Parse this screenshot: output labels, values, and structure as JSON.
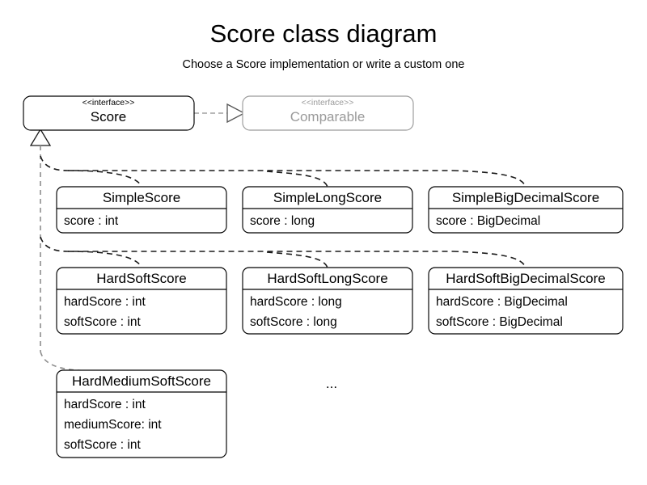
{
  "header": {
    "title": "Score class diagram",
    "subtitle": "Choose a Score implementation or write a custom one"
  },
  "diagram": {
    "ellipsis": "...",
    "colors": {
      "background": "#ffffff",
      "line": "#000000",
      "muted": "#9a9a9a",
      "edge_dark": "#1a1a1a",
      "edge_gray": "#8d8d8d"
    },
    "interfaces": [
      {
        "id": "score",
        "stereotype": "<<interface>>",
        "name": "Score",
        "muted": false
      },
      {
        "id": "comparable",
        "stereotype": "<<interface>>",
        "name": "Comparable",
        "muted": true
      }
    ],
    "classes": [
      {
        "id": "simple-score",
        "name": "SimpleScore",
        "attributes": [
          "score : int"
        ]
      },
      {
        "id": "simple-long-score",
        "name": "SimpleLongScore",
        "attributes": [
          "score : long"
        ]
      },
      {
        "id": "simple-big-decimal-score",
        "name": "SimpleBigDecimalScore",
        "attributes": [
          "score : BigDecimal"
        ]
      },
      {
        "id": "hard-soft-score",
        "name": "HardSoftScore",
        "attributes": [
          "hardScore : int",
          "softScore : int"
        ]
      },
      {
        "id": "hard-soft-long-score",
        "name": "HardSoftLongScore",
        "attributes": [
          "hardScore : long",
          "softScore : long"
        ]
      },
      {
        "id": "hard-soft-big-decimal-score",
        "name": "HardSoftBigDecimalScore",
        "attributes": [
          "hardScore : BigDecimal",
          "softScore : BigDecimal"
        ]
      },
      {
        "id": "hard-medium-soft-score",
        "name": "HardMediumSoftScore",
        "attributes": [
          "hardScore : int",
          "mediumScore: int",
          "softScore : int"
        ]
      }
    ],
    "relationships": [
      {
        "id": "score-realizes-comparable",
        "type": "realization",
        "from": "Score",
        "to": "Comparable"
      },
      {
        "id": "implementations-extend-score",
        "type": "generalization",
        "to": "Score",
        "from": [
          "SimpleScore",
          "SimpleLongScore",
          "SimpleBigDecimalScore",
          "HardSoftScore",
          "HardSoftLongScore",
          "HardSoftBigDecimalScore",
          "HardMediumSoftScore"
        ]
      }
    ]
  }
}
